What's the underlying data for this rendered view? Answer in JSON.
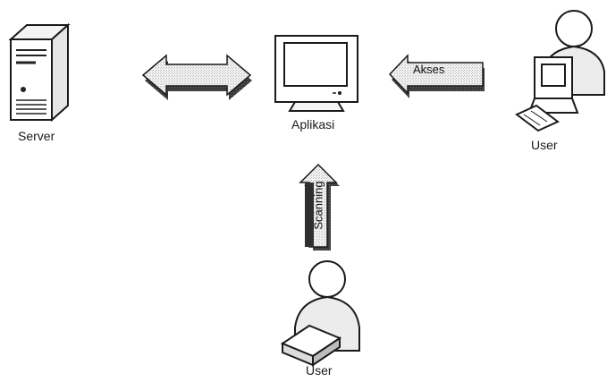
{
  "nodes": {
    "server_label": "Server",
    "app_label": "Aplikasi",
    "user_right_label": "User",
    "user_bottom_label": "User"
  },
  "arrows": {
    "access_label": "Akses",
    "scanning_label": "Scanning"
  },
  "icons": [
    "server-icon",
    "monitor-icon",
    "user-computer-icon",
    "user-scanner-icon"
  ]
}
